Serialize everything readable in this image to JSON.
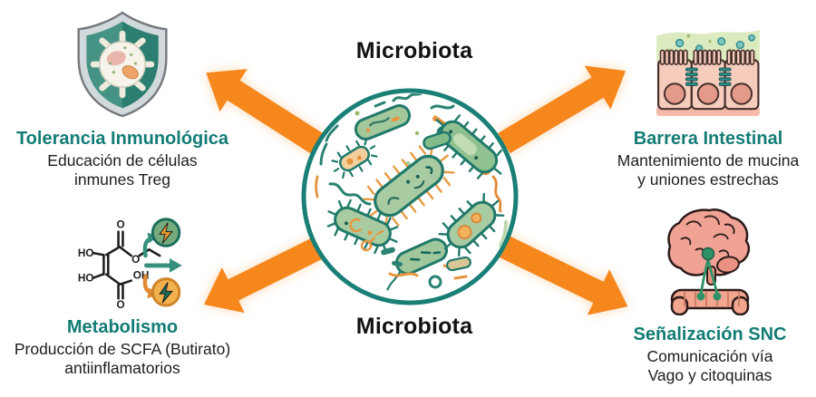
{
  "title_labels": {
    "top": "Microbiota",
    "bottom": "Microbiota"
  },
  "nodes": {
    "immune": {
      "title": "Tolerancia Inmunológica",
      "line1": "Educación de células",
      "line2": "inmunes Treg",
      "icon": "shield-cell-icon"
    },
    "barrier": {
      "title": "Barrera Intestinal",
      "line1": "Mantenimiento de mucina",
      "line2": "y uniones estrechas",
      "icon": "intestinal-epithelium-icon"
    },
    "metabolism": {
      "title": "Metabolismo",
      "line1": "Producción de SCFA (Butirato)",
      "line2": "antiinflamatorios",
      "icon": "scfa-molecule-icon"
    },
    "snc": {
      "title": "Señalización SNC",
      "line1": "Comunicación vía",
      "line2": "Vago y citoquinas",
      "icon": "brain-gut-icon"
    }
  },
  "molecule_labels": {
    "ho_top": "HO",
    "ho_bottom": "HO",
    "o_carbonyl": "O",
    "o_ester": "O",
    "oh": "OH",
    "o_acid": "O"
  },
  "colors": {
    "teal": "#137C75",
    "orange": "#F6871D",
    "text": "#1D1D1D",
    "circle_border": "#1A7F76"
  }
}
